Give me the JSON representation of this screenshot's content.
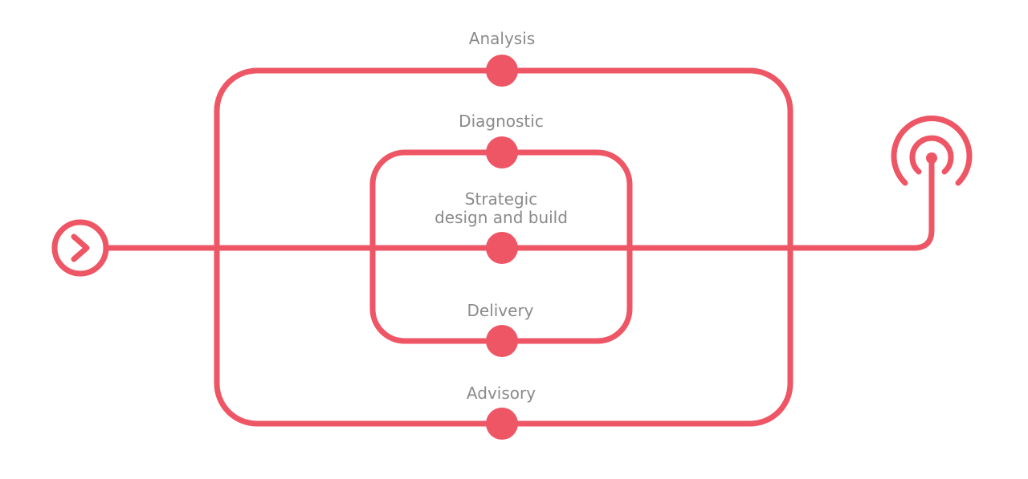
{
  "diagram": {
    "colors": {
      "line": "#ee5665",
      "label": "#8a8a8a",
      "background": "#ffffff"
    },
    "start_icon": "chevron-right-icon",
    "end_icon": "broadcast-icon",
    "stages": [
      {
        "id": "analysis",
        "lines": [
          "Analysis"
        ]
      },
      {
        "id": "diagnostic",
        "lines": [
          "Diagnostic"
        ]
      },
      {
        "id": "strategic",
        "lines": [
          "Strategic",
          "design and build"
        ]
      },
      {
        "id": "delivery",
        "lines": [
          "Delivery"
        ]
      },
      {
        "id": "advisory",
        "lines": [
          "Advisory"
        ]
      }
    ]
  }
}
